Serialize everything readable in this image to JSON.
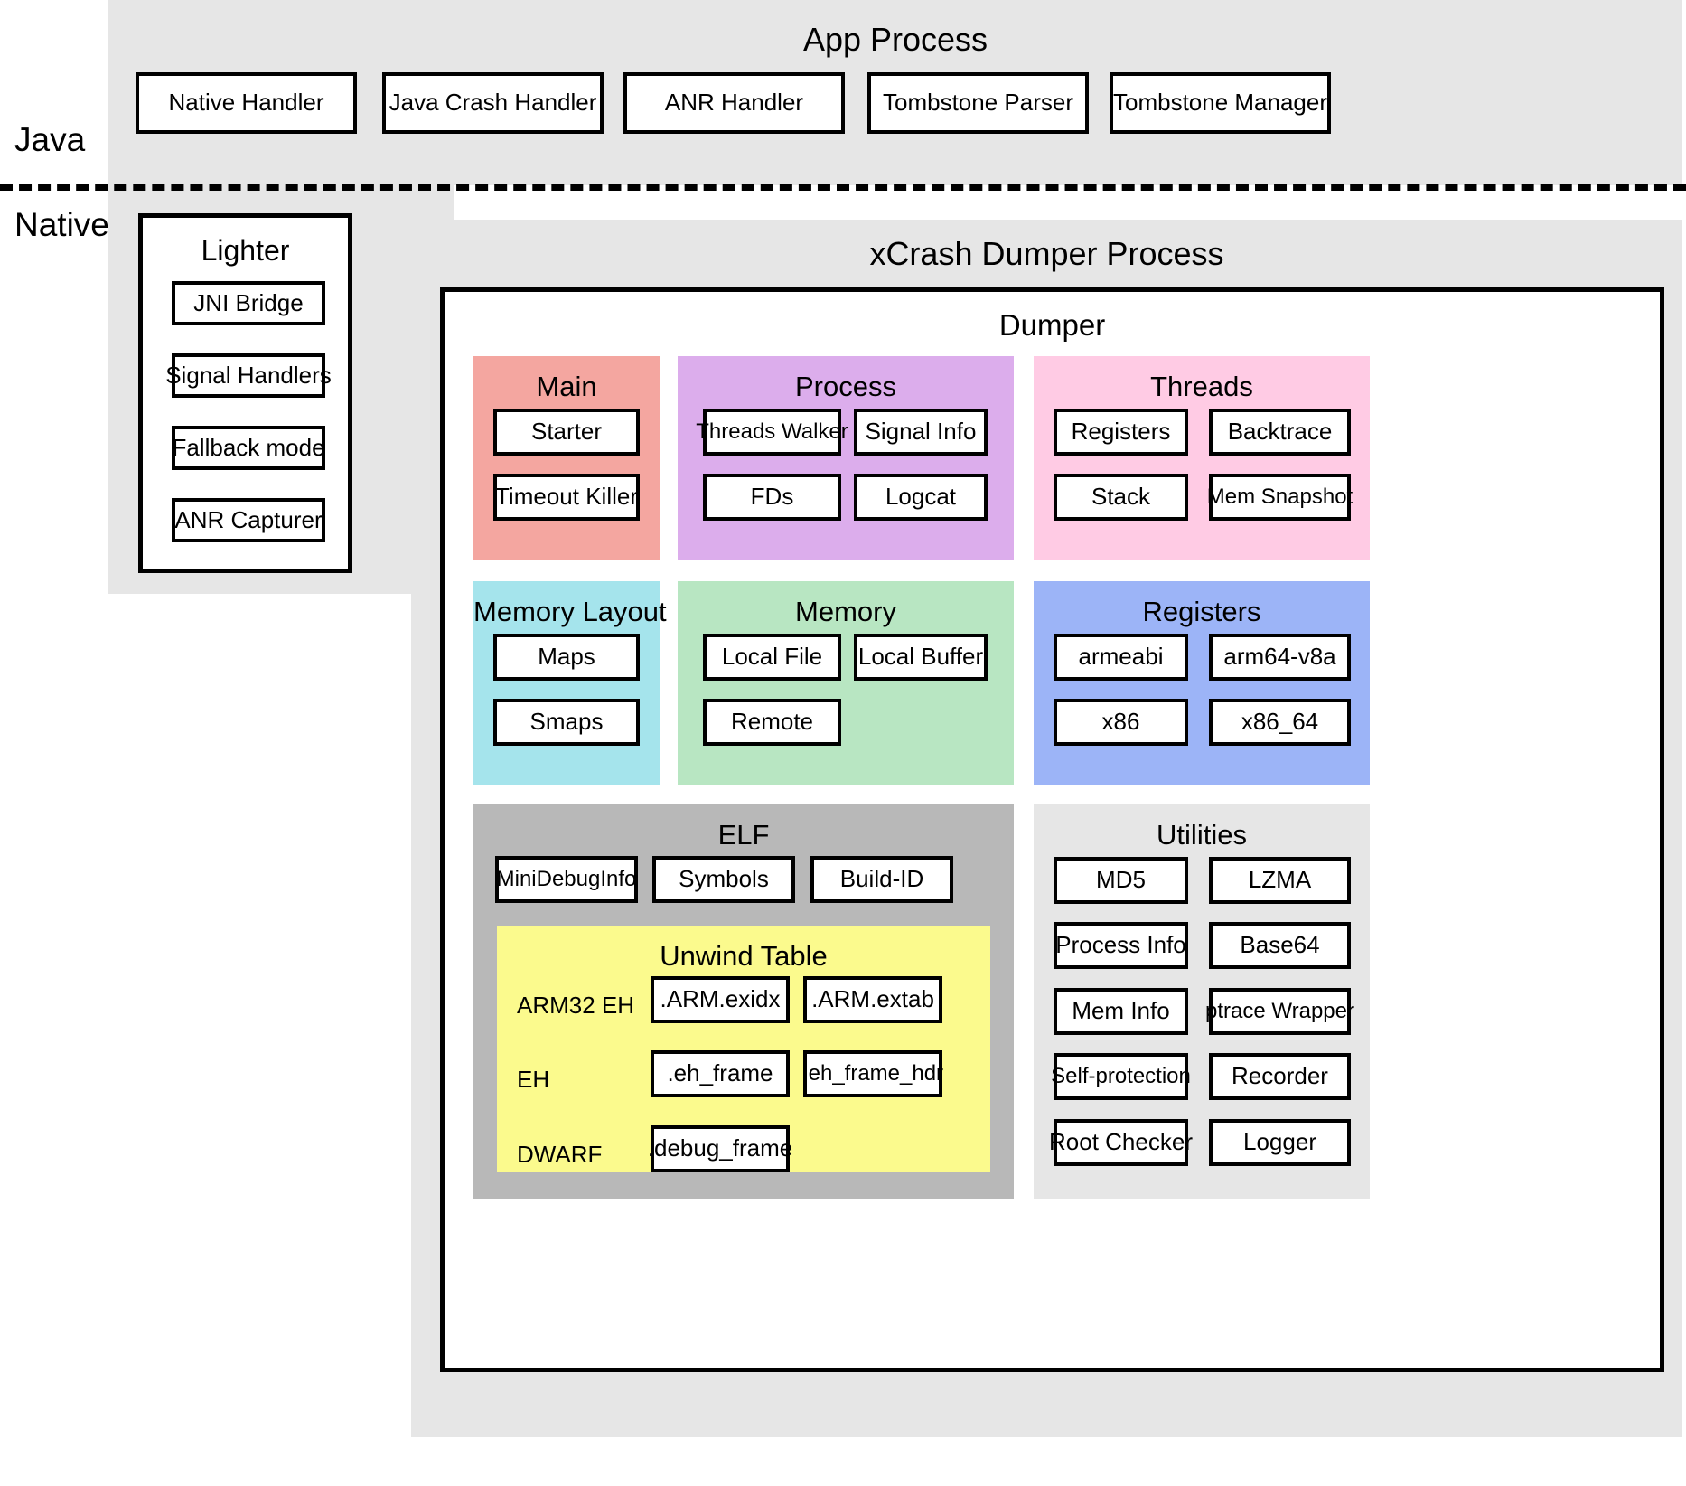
{
  "layers": {
    "java_label": "Java",
    "native_label": "Native"
  },
  "app_process": {
    "title": "App Process",
    "nodes": [
      {
        "label": "Native Handler"
      },
      {
        "label": "Java Crash Handler"
      },
      {
        "label": "ANR Handler"
      },
      {
        "label": "Tombstone Parser"
      },
      {
        "label": "Tombstone Manager"
      }
    ]
  },
  "lighter": {
    "title": "Lighter",
    "nodes": [
      {
        "label": "JNI Bridge"
      },
      {
        "label": "Signal Handlers"
      },
      {
        "label": "Fallback mode"
      },
      {
        "label": "ANR Capturer"
      }
    ]
  },
  "xcrash": {
    "title": "xCrash Dumper Process",
    "dumper_title": "Dumper",
    "groups": {
      "main": {
        "title": "Main",
        "color": "#f4a6a0",
        "nodes": [
          {
            "label": "Starter"
          },
          {
            "label": "Timeout Killer"
          }
        ]
      },
      "process": {
        "title": "Process",
        "color": "#dcadec",
        "nodes": [
          {
            "label": "Threads Walker"
          },
          {
            "label": "Signal Info"
          },
          {
            "label": "FDs"
          },
          {
            "label": "Logcat"
          }
        ]
      },
      "threads": {
        "title": "Threads",
        "color": "#ffcbe4",
        "nodes": [
          {
            "label": "Registers"
          },
          {
            "label": "Backtrace"
          },
          {
            "label": "Stack"
          },
          {
            "label": "Mem Snapshot"
          }
        ]
      },
      "memory_layout": {
        "title": "Memory Layout",
        "color": "#a5e4ec",
        "nodes": [
          {
            "label": "Maps"
          },
          {
            "label": "Smaps"
          }
        ]
      },
      "memory": {
        "title": "Memory",
        "color": "#b8e6c2",
        "nodes": [
          {
            "label": "Local File"
          },
          {
            "label": "Local Buffer"
          },
          {
            "label": "Remote"
          }
        ]
      },
      "registers": {
        "title": "Registers",
        "color": "#9cb4f7",
        "nodes": [
          {
            "label": "armeabi"
          },
          {
            "label": "arm64-v8a"
          },
          {
            "label": "x86"
          },
          {
            "label": "x86_64"
          }
        ]
      },
      "elf": {
        "title": "ELF",
        "color": "#b8b8b8",
        "nodes": [
          {
            "label": "MiniDebugInfo"
          },
          {
            "label": "Symbols"
          },
          {
            "label": "Build-ID"
          }
        ],
        "unwind_table": {
          "title": "Unwind Table",
          "color": "#fbfa8d",
          "rows": [
            {
              "label": "ARM32 EH",
              "nodes": [
                {
                  "label": ".ARM.exidx"
                },
                {
                  "label": ".ARM.extab"
                }
              ]
            },
            {
              "label": "EH",
              "nodes": [
                {
                  "label": ".eh_frame"
                },
                {
                  "label": ".eh_frame_hdr"
                }
              ]
            },
            {
              "label": "DWARF",
              "nodes": [
                {
                  "label": ".debug_frame"
                }
              ]
            }
          ]
        }
      },
      "utilities": {
        "title": "Utilities",
        "color": "#e6e6e6",
        "nodes": [
          {
            "label": "MD5"
          },
          {
            "label": "LZMA"
          },
          {
            "label": "Process Info"
          },
          {
            "label": "Base64"
          },
          {
            "label": "Mem Info"
          },
          {
            "label": "ptrace Wrapper"
          },
          {
            "label": "Self-protection"
          },
          {
            "label": "Recorder"
          },
          {
            "label": "Root Checker"
          },
          {
            "label": "Logger"
          }
        ]
      }
    }
  }
}
